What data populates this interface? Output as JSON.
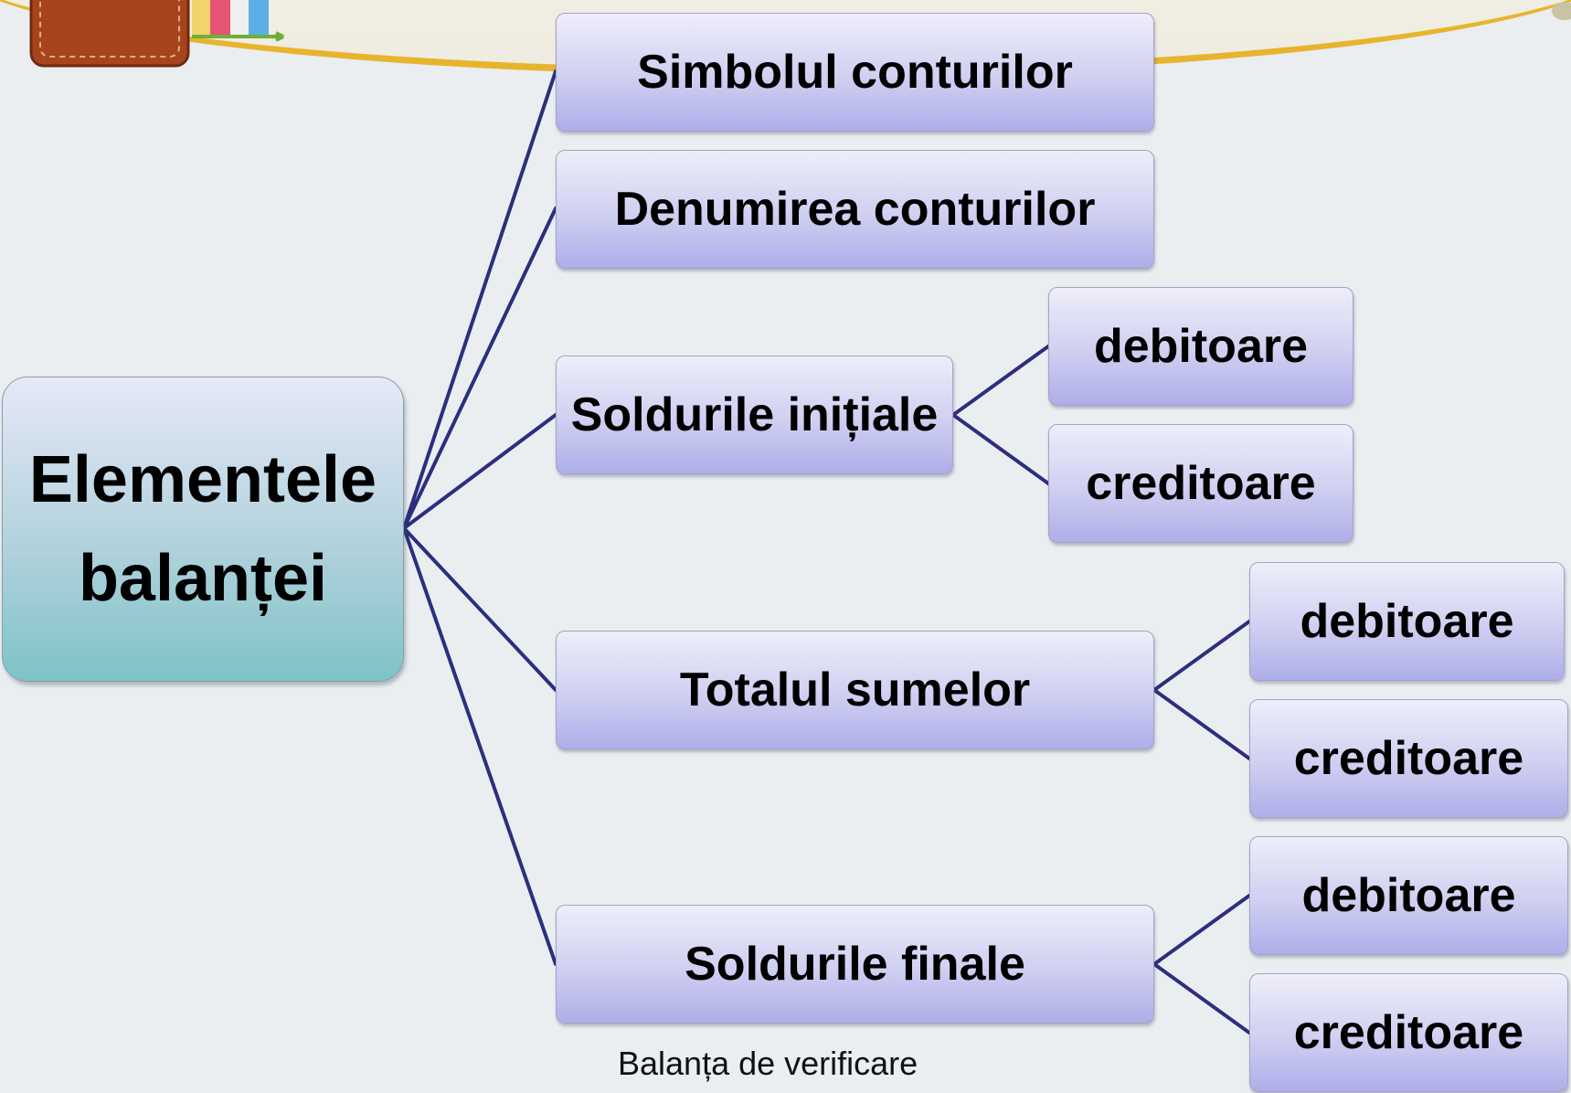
{
  "diagram": {
    "root": "Elementele\nbalanței",
    "branches": [
      {
        "label": "Simbolul  conturilor",
        "children": []
      },
      {
        "label": "Denumirea conturilor",
        "children": []
      },
      {
        "label": "Soldurile inițiale",
        "children": [
          "debitoare",
          "creditoare"
        ]
      },
      {
        "label": "Totalul sumelor",
        "children": [
          "debitoare",
          "creditoare"
        ]
      },
      {
        "label": "Soldurile finale",
        "children": [
          "debitoare",
          "creditoare"
        ]
      }
    ],
    "line_color": "#2b2f7d"
  },
  "footer": "Balanța de verificare",
  "decorations": [
    "briefcase-icon",
    "books-icon",
    "lamp-icon"
  ]
}
